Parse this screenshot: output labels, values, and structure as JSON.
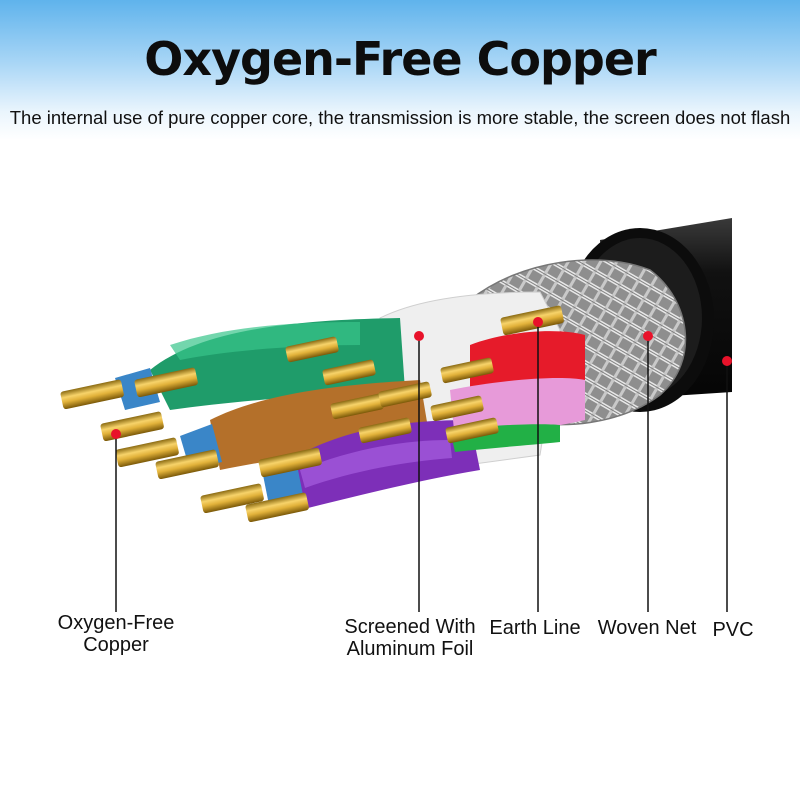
{
  "title": "Oxygen-Free Copper",
  "subtitle": "The internal use of pure copper core, the transmission is more stable, the screen does not flash",
  "labels": {
    "copper_line1": "Oxygen-Free",
    "copper_line2": "Copper",
    "foil_line1": "Screened With",
    "foil_line2": "Aluminum Foil",
    "earth": "Earth Line",
    "woven": "Woven Net",
    "pvc": "PVC"
  },
  "colors": {
    "header_top": "#5fb3ec",
    "marker": "#e8122a",
    "jacket": "#111111",
    "copper": "#d8a52a"
  }
}
